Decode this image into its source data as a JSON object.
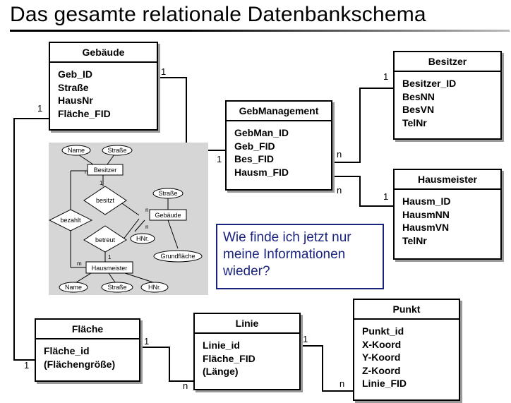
{
  "title": "Das gesamte relationale Datenbankschema",
  "tables": {
    "gebaeude": {
      "name": "Gebäude",
      "attrs": [
        "Geb_ID",
        "Straße",
        "HausNr",
        "Fläche_FID"
      ]
    },
    "besitzer": {
      "name": "Besitzer",
      "attrs": [
        "Besitzer_ID",
        "BesNN",
        "BesVN",
        "TelNr"
      ]
    },
    "gebman": {
      "name": "GebManagement",
      "attrs": [
        "GebMan_ID",
        "Geb_FID",
        "Bes_FID",
        "Hausm_FID"
      ]
    },
    "hausmeister": {
      "name": "Hausmeister",
      "attrs": [
        "Hausm_ID",
        "HausmNN",
        "HausmVN",
        "TelNr"
      ]
    },
    "flaeche": {
      "name": "Fläche",
      "attrs": [
        "Fläche_id",
        "(Flächengröße)"
      ]
    },
    "linie": {
      "name": "Linie",
      "attrs": [
        "Linie_id",
        "Fläche_FID",
        "(Länge)"
      ]
    },
    "punkt": {
      "name": "Punkt",
      "attrs": [
        "Punkt_id",
        "X-Koord",
        "Y-Koord",
        "Z-Koord",
        "Linie_FID"
      ]
    }
  },
  "cardinalities": {
    "one": "1",
    "many": "n",
    "many_m": "m"
  },
  "er_diagram": {
    "entities": {
      "besitzer": "Besitzer",
      "gebaeude": "Gebäude",
      "hausmeister": "Hausmeister"
    },
    "relationships": {
      "besitzt": "besitzt",
      "betreut": "betreut",
      "bezahlt": "bezahlt"
    },
    "attributes": {
      "name1": "Name",
      "strasse1": "Straße",
      "strasse2": "Straße",
      "hnr1": "HNr.",
      "grundflaeche": "Grundfläche",
      "name2": "Name",
      "strasse3": "Straße",
      "hnr2": "HNr."
    }
  },
  "note": {
    "line1": "Wie finde ich jetzt nur",
    "line2": "meine Informationen",
    "line3": "wieder?"
  },
  "colors": {
    "note_border": "#1a237e",
    "note_text": "#1a237e",
    "er_background": "#d6d6d6"
  }
}
